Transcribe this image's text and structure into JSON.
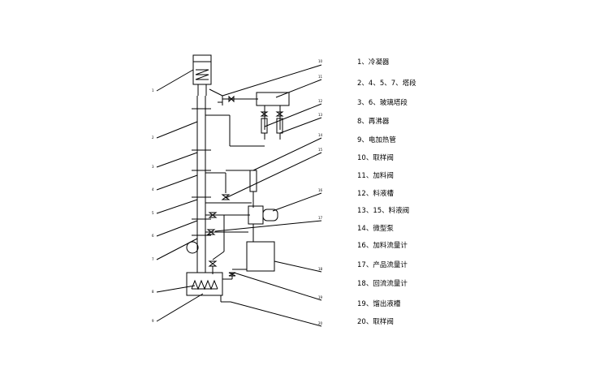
{
  "legend": [
    "1、冷凝器",
    "2、4、5、7、塔段",
    "3、6、玻璃塔段",
    "8、再沸器",
    "9、电加热管",
    "10、取样阀",
    "11、加料阀",
    "12、料液槽",
    "13、15、料液阀",
    "14、微型泵",
    "16、加料流量计",
    "17、产品流量计",
    "18、回流流量计",
    "19、馏出液槽",
    "20、取样阀"
  ],
  "callouts": [
    "1",
    "2",
    "3",
    "4",
    "5",
    "6",
    "7",
    "8",
    "9",
    "10",
    "11",
    "12",
    "13",
    "14",
    "15",
    "16",
    "17",
    "18",
    "19",
    "20"
  ]
}
